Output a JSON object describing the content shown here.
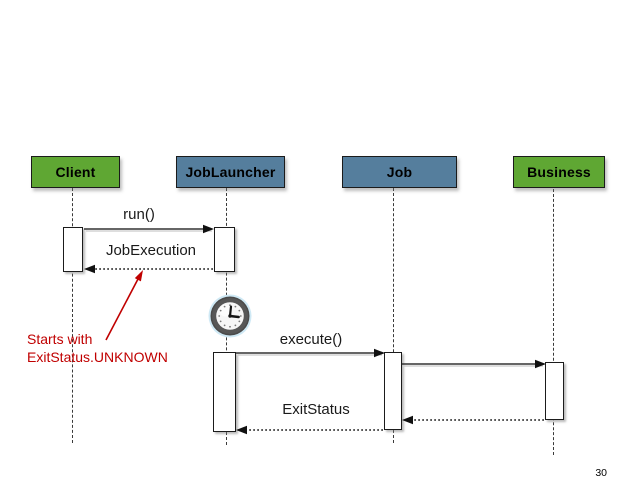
{
  "slide": {
    "number": "30"
  },
  "colors": {
    "actor_green": "#5FA733",
    "actor_blue": "#557E9D",
    "annotation_red": "#C00000",
    "activation_fill": "#ffffff",
    "line": "#333333"
  },
  "actors": [
    {
      "label": "Client",
      "color": "green"
    },
    {
      "label": "JobLauncher",
      "color": "blue"
    },
    {
      "label": "Job",
      "color": "blue"
    },
    {
      "label": "Business",
      "color": "green"
    }
  ],
  "messages": [
    {
      "label": "run()",
      "from": "Client",
      "to": "JobLauncher",
      "kind": "call-solid"
    },
    {
      "label": "JobExecution",
      "from": "JobLauncher",
      "to": "Client",
      "kind": "return-dotted"
    },
    {
      "label": "execute()",
      "from": "JobLauncher",
      "to": "Job",
      "kind": "call-solid"
    },
    {
      "label": "",
      "from": "Job",
      "to": "Business",
      "kind": "call-solid"
    },
    {
      "label": "",
      "from": "Business",
      "to": "Job",
      "kind": "return-dotted"
    },
    {
      "label": "ExitStatus",
      "from": "Job",
      "to": "JobLauncher",
      "kind": "return-dotted"
    }
  ],
  "annotation": {
    "text_line1": "Starts with",
    "text_line2": "ExitStatus.UNKNOWN"
  },
  "icons": {
    "clock": "clock-icon"
  }
}
